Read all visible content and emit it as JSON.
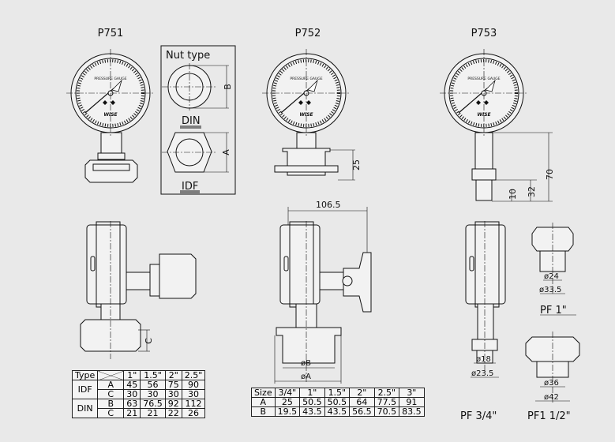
{
  "models": {
    "p751": "P751",
    "p752": "P752",
    "p753": "P753"
  },
  "gauge_face": {
    "label": "PRESSURE GAUGE",
    "brand": "WISE"
  },
  "nut_type": {
    "title": "Nut type",
    "din": "DIN",
    "idf": "IDF",
    "dim_b": "B",
    "dim_a": "A"
  },
  "dimensions": {
    "p751_c": "C",
    "p752_height": "25",
    "p752_width": "106.5",
    "p752_phi_b": "øB",
    "p752_phi_a": "øA",
    "p753_70": "70",
    "p753_32": "32",
    "p753_10": "10",
    "pf34_d1": "ø18",
    "pf34_d2": "ø23.5",
    "pf1_d1": "ø24",
    "pf1_d2": "ø33.5",
    "pf112_d1": "ø36",
    "pf112_d2": "ø42"
  },
  "fitting_labels": {
    "pf34": "PF 3/4\"",
    "pf1": "PF 1\"",
    "pf112": "PF1 1/2\""
  },
  "table_p751": {
    "header": [
      "Type",
      "",
      "1\"",
      "1.5\"",
      "2\"",
      "2.5\""
    ],
    "rows": [
      {
        "group": "IDF",
        "dim": "A",
        "values": [
          "45",
          "56",
          "75",
          "90"
        ]
      },
      {
        "group": "",
        "dim": "C",
        "values": [
          "30",
          "30",
          "30",
          "30"
        ]
      },
      {
        "group": "DIN",
        "dim": "B",
        "values": [
          "63",
          "76.5",
          "92",
          "112"
        ]
      },
      {
        "group": "",
        "dim": "C",
        "values": [
          "21",
          "21",
          "22",
          "26"
        ]
      }
    ]
  },
  "table_p752": {
    "header": [
      "Size",
      "3/4\"",
      "1\"",
      "1.5\"",
      "2\"",
      "2.5\"",
      "3\""
    ],
    "rows": [
      {
        "dim": "A",
        "values": [
          "25",
          "50.5",
          "50.5",
          "64",
          "77.5",
          "91"
        ]
      },
      {
        "dim": "B",
        "values": [
          "19.5",
          "43.5",
          "43.5",
          "56.5",
          "70.5",
          "83.5"
        ]
      }
    ]
  }
}
